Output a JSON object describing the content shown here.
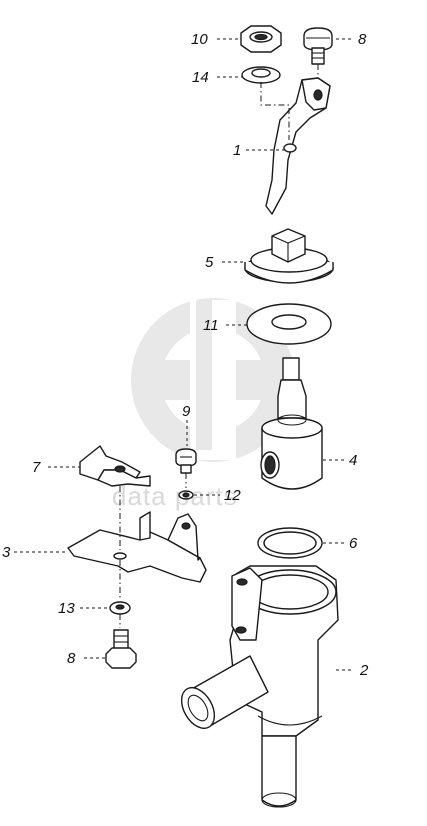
{
  "watermark": {
    "text": "data parts"
  },
  "labels": {
    "p10": "10",
    "p8_top": "8",
    "p14": "14",
    "p1": "1",
    "p5": "5",
    "p11": "11",
    "p9": "9",
    "p4": "4",
    "p7": "7",
    "p12": "12",
    "p3": "3",
    "p6": "6",
    "p13": "13",
    "p8_bottom": "8",
    "p2": "2"
  }
}
